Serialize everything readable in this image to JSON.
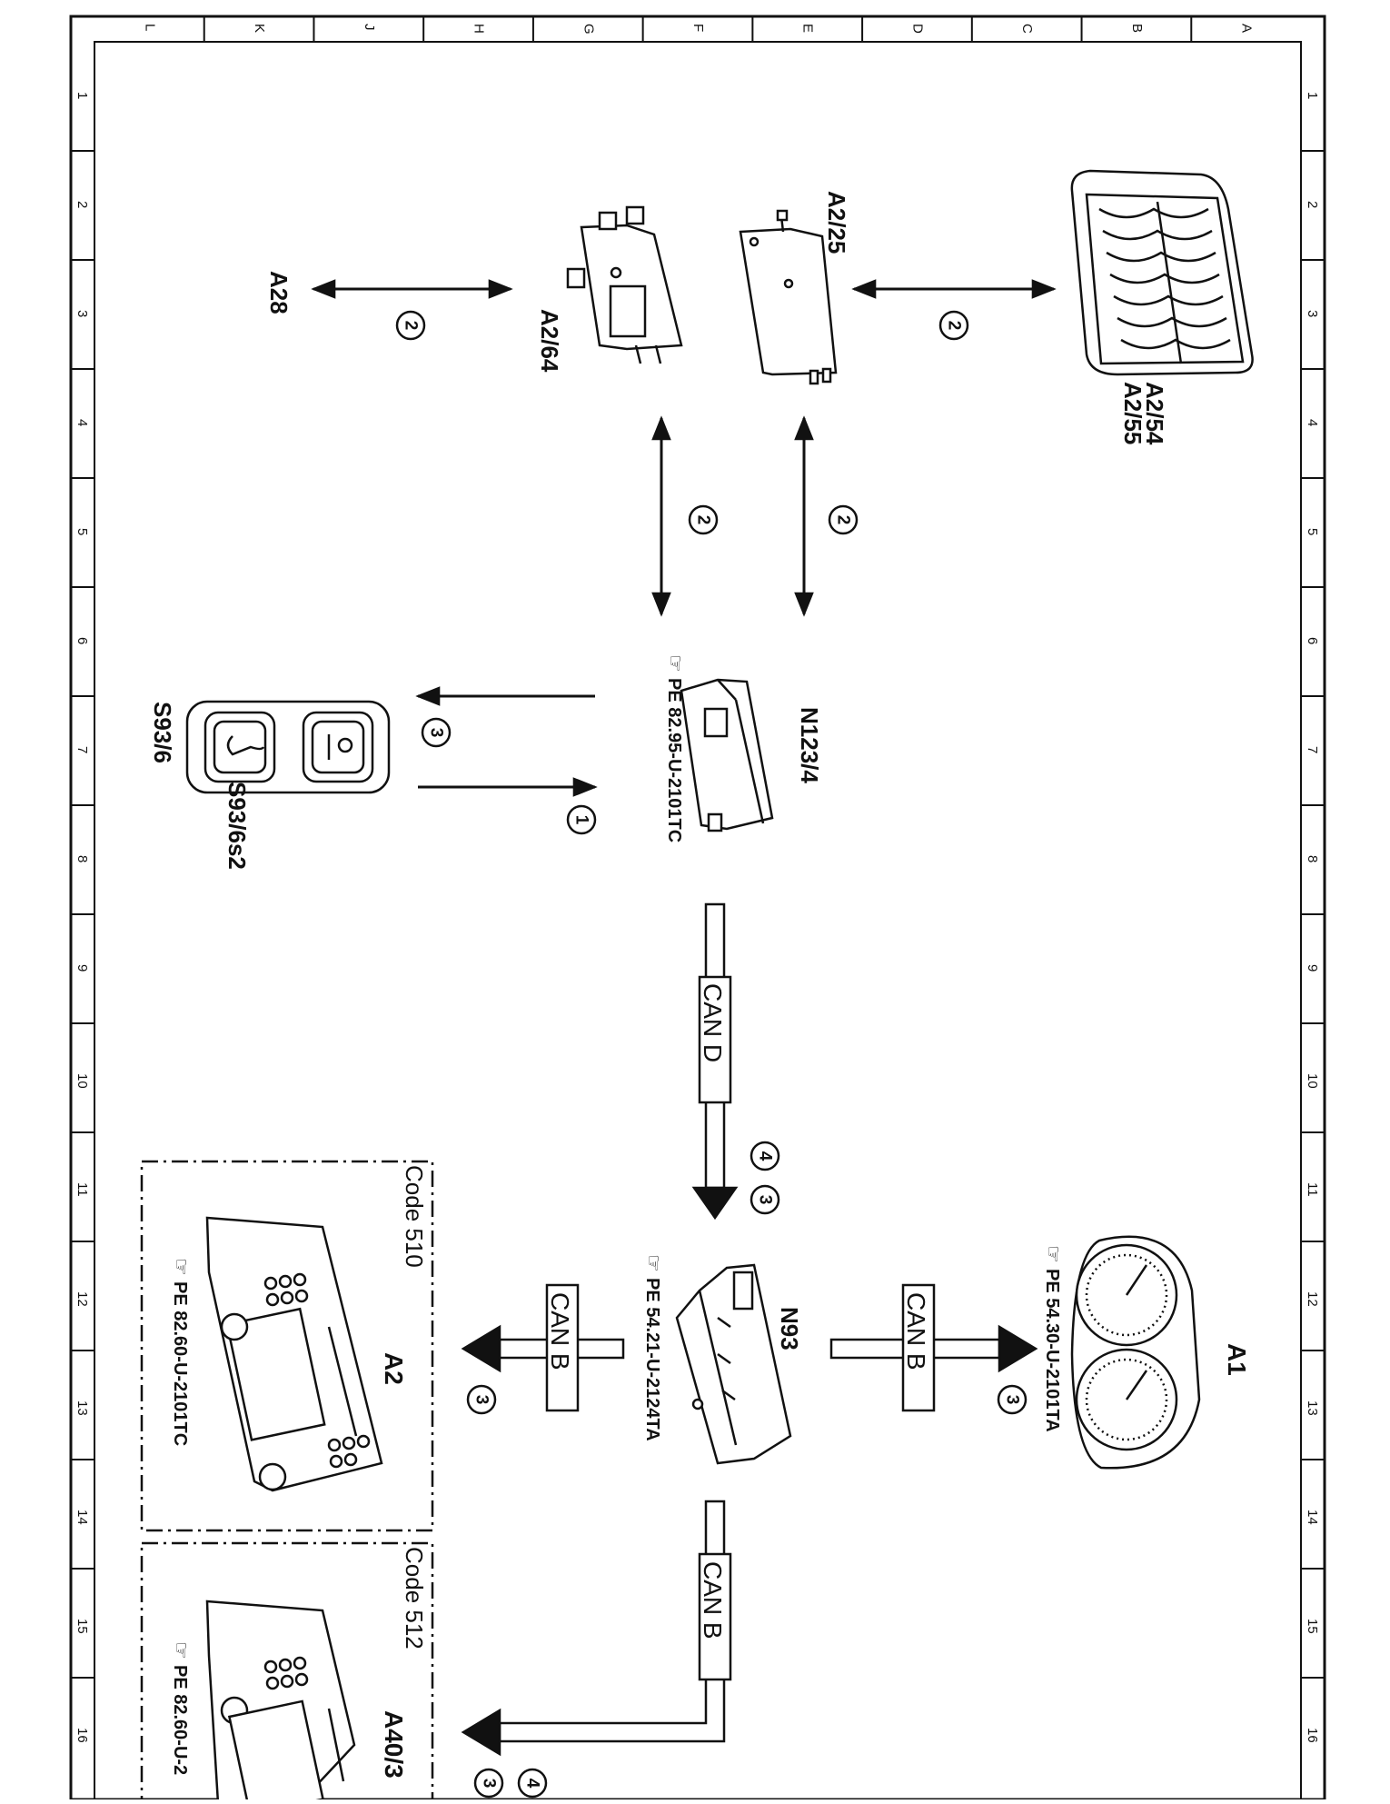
{
  "frame": {
    "columns": [
      "L",
      "K",
      "J",
      "H",
      "G",
      "F",
      "E",
      "D",
      "C",
      "B",
      "A"
    ],
    "rows": [
      "1",
      "2",
      "3",
      "4",
      "5",
      "6",
      "7",
      "8",
      "9",
      "10",
      "11",
      "12",
      "13",
      "14",
      "15",
      "16"
    ]
  },
  "components": {
    "a2_54": "A2/54",
    "a2_55": "A2/55",
    "a2_25": "A2/25",
    "a2_64": "A2/64",
    "a28": "A28",
    "n123_4": "N123/4",
    "n123_4_ref": "PE 82.95-U-2101TC",
    "s93_6": "S93/6",
    "s93_6s2": "S93/6s2",
    "n93": "N93",
    "n93_ref": "PE 54.21-U-2124TA",
    "a1": "A1",
    "a1_ref": "PE 54.30-U-2101TA",
    "a2": "A2",
    "a2_code": "Code 510",
    "a2_ref": "PE 82.60-U-2101TC",
    "a40_3": "A40/3",
    "a40_3_code": "Code 512",
    "a40_3_ref": "PE 82.60-U-2"
  },
  "buses": {
    "can_d": "CAN D",
    "can_b": "CAN B"
  },
  "markers": {
    "one": "1",
    "two": "2",
    "three": "3",
    "four": "4"
  },
  "colors": {
    "ink": "#111111",
    "paper": "#ffffff"
  }
}
